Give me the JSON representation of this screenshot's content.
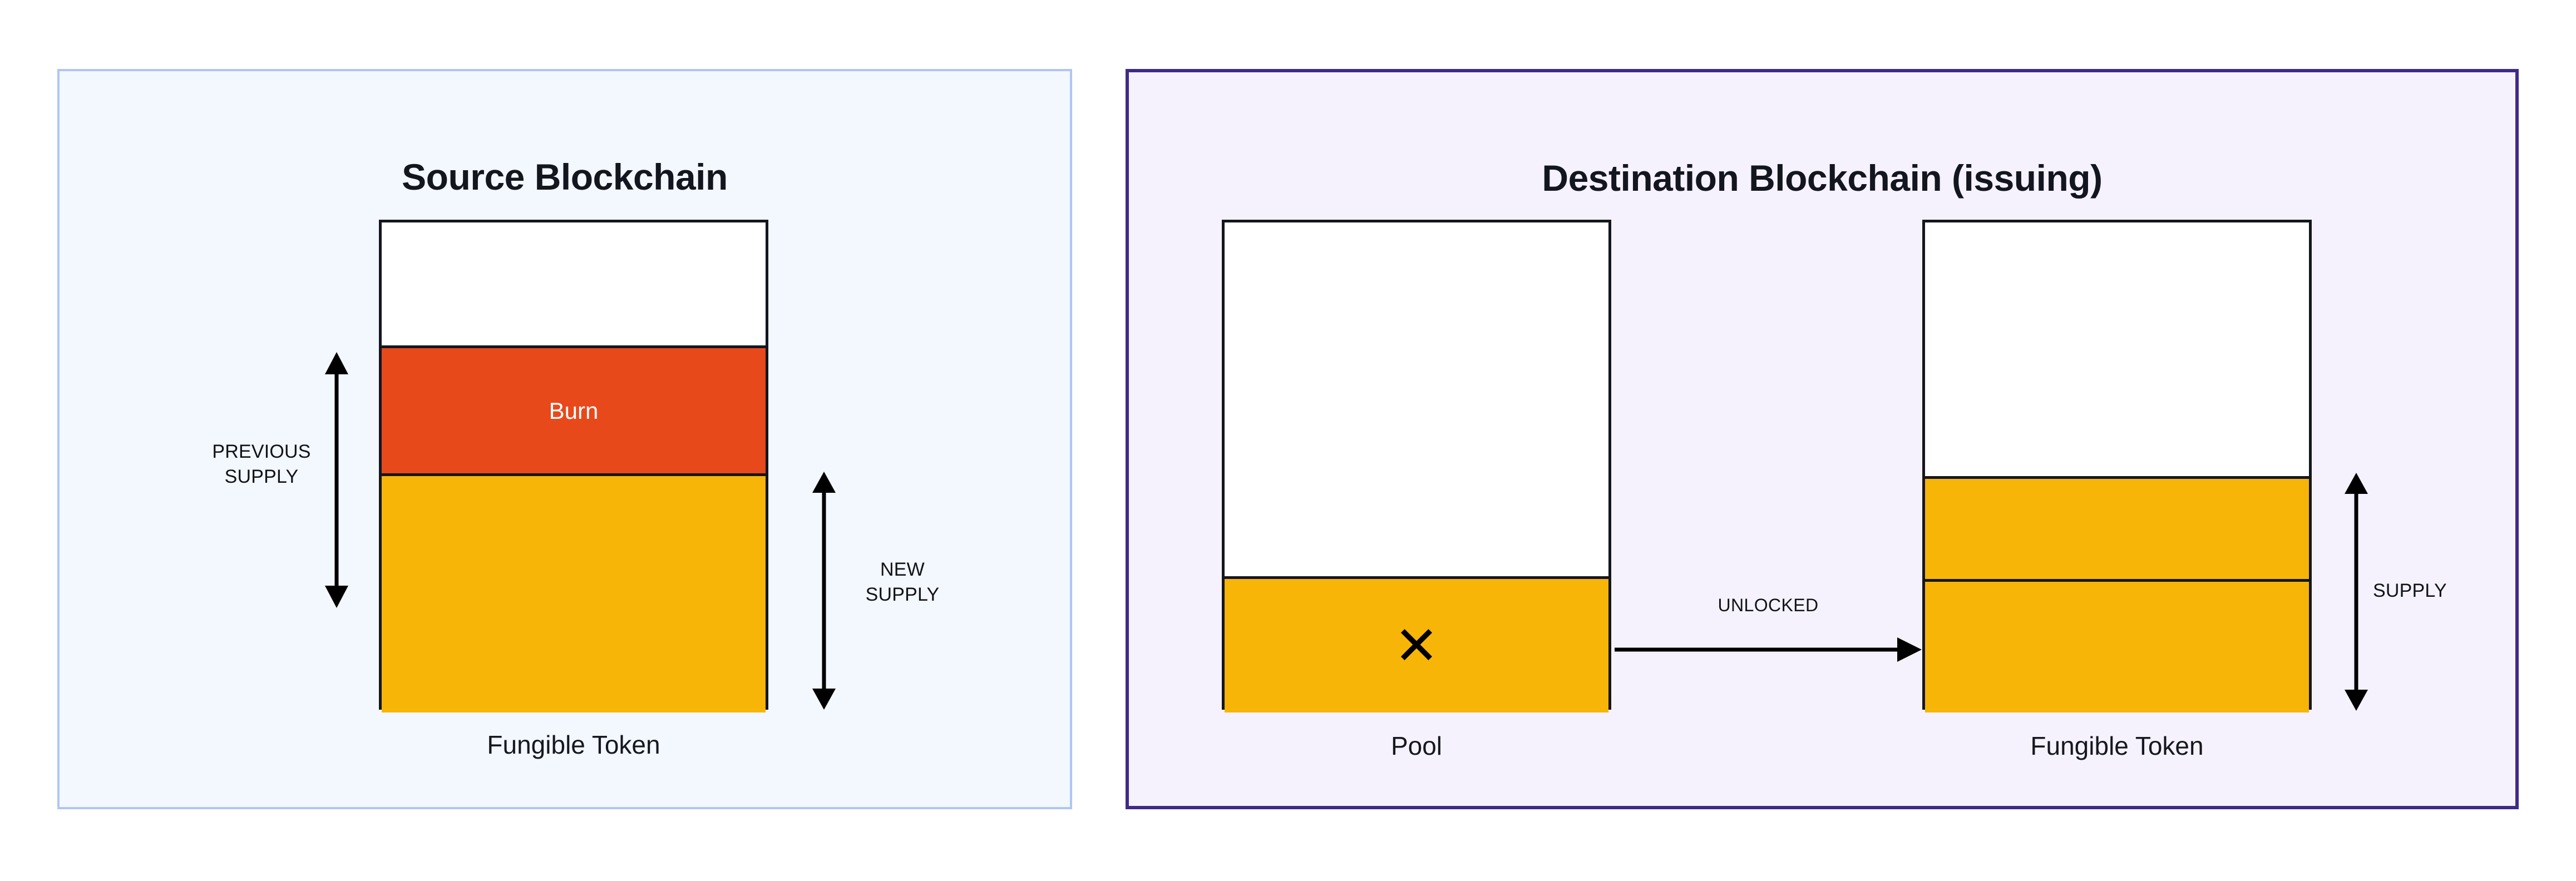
{
  "diagram": {
    "title_not_shown": "",
    "panels": [
      {
        "id": "source",
        "title": "Source Blockchain",
        "border_color": "#aec6f5",
        "background_color": "#f3f7fe"
      },
      {
        "id": "destination",
        "title": "Destination Blockchain (issuing)",
        "border_color": "#3f2a87",
        "background_color": "#f5f2fd"
      }
    ]
  },
  "source_panel": {
    "title": "Source Blockchain",
    "token_box": {
      "caption": "Fungible Token",
      "segments": [
        {
          "name": "empty",
          "label": "",
          "color": "#ffffff"
        },
        {
          "name": "burn",
          "label": "Burn",
          "color": "#e8491b",
          "text_color": "#ffffff"
        },
        {
          "name": "remaining-supply",
          "label": "",
          "color": "#f7b508"
        }
      ]
    },
    "measures": [
      {
        "name": "previous-supply",
        "label": "PREVIOUS\nSUPPLY"
      },
      {
        "name": "new-supply",
        "label": "NEW\nSUPPLY"
      }
    ]
  },
  "destination_panel": {
    "title": "Destination Blockchain (issuing)",
    "pool_box": {
      "caption": "Pool",
      "marker_icon": "cross-icon",
      "marker_glyph": "✕",
      "segments": [
        {
          "name": "empty",
          "label": "",
          "color": "#ffffff"
        },
        {
          "name": "pool-locked",
          "label": "",
          "color": "#f7b508"
        }
      ]
    },
    "token_box": {
      "caption": "Fungible Token",
      "segments": [
        {
          "name": "empty",
          "label": "",
          "color": "#ffffff"
        },
        {
          "name": "newly-issued",
          "label": "",
          "color": "#f7b508"
        },
        {
          "name": "existing-supply",
          "label": "",
          "color": "#f7b508"
        }
      ]
    },
    "flow": {
      "name": "unlocked-arrow",
      "label": "UNLOCKED"
    },
    "measures": [
      {
        "name": "supply",
        "label": "SUPPLY"
      }
    ]
  },
  "colors": {
    "burn": "#e8491b",
    "token_gold": "#f7b508",
    "outline": "#14161f",
    "source_border": "#aec6f5",
    "source_fill": "#f3f7fe",
    "dest_border": "#3f2a87",
    "dest_fill": "#f5f2fd",
    "text": "#16181f"
  }
}
